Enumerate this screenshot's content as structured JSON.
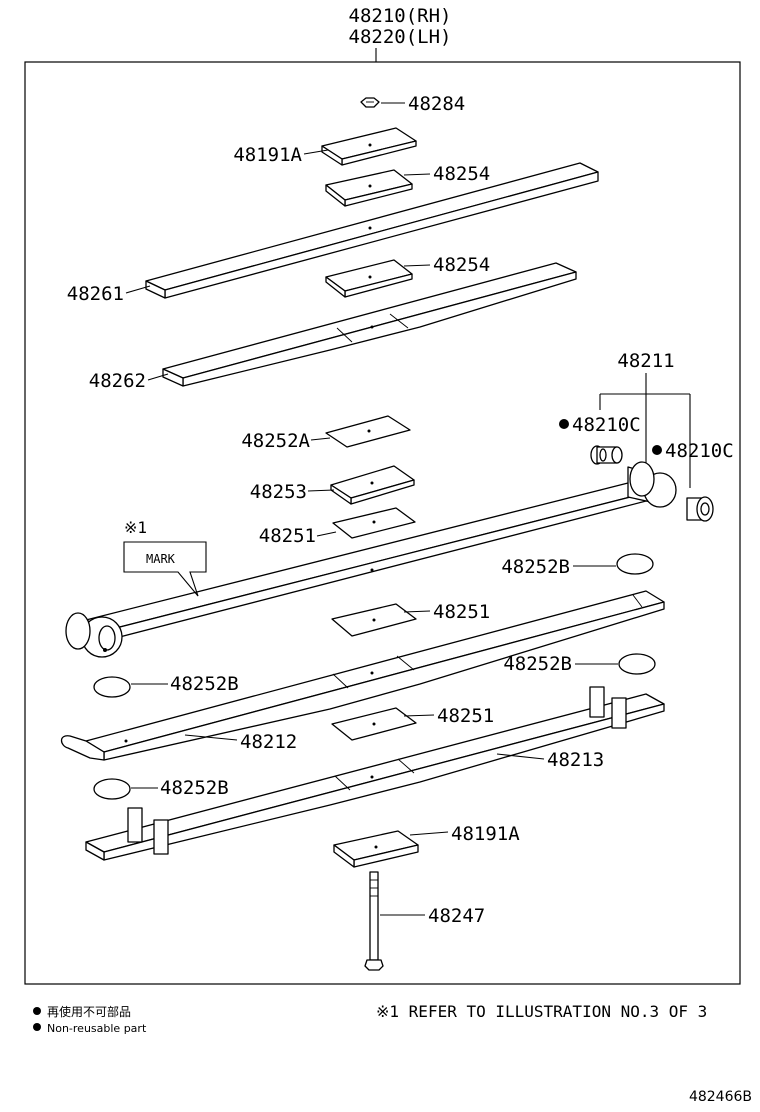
{
  "header": {
    "assembly_rh": "48210(RH)",
    "assembly_lh": "48220(LH)"
  },
  "parts": {
    "p48284": "48284",
    "p48191A_top": "48191A",
    "p48254_a": "48254",
    "p48261": "48261",
    "p48254_b": "48254",
    "p48262": "48262",
    "p48211": "48211",
    "p48210C_a": "48210C",
    "p48210C_b": "48210C",
    "p48252A": "48252A",
    "p48253": "48253",
    "p48251_a": "48251",
    "p48252B_a": "48252B",
    "p48251_b": "48251",
    "p48252B_b": "48252B",
    "p48252B_c": "48252B",
    "p48212": "48212",
    "p48251_c": "48251",
    "p48213": "48213",
    "p48252B_d": "48252B",
    "p48191A_bottom": "48191A",
    "p48247": "48247"
  },
  "callout": {
    "ref_mark": "※1",
    "mark_text": "MARK"
  },
  "legend": {
    "non_reusable_jp": "再使用不可部品",
    "non_reusable_en": "Non-reusable part"
  },
  "footnote": "※1 REFER TO ILLUSTRATION NO.3 OF 3",
  "figure_id": "482466B"
}
